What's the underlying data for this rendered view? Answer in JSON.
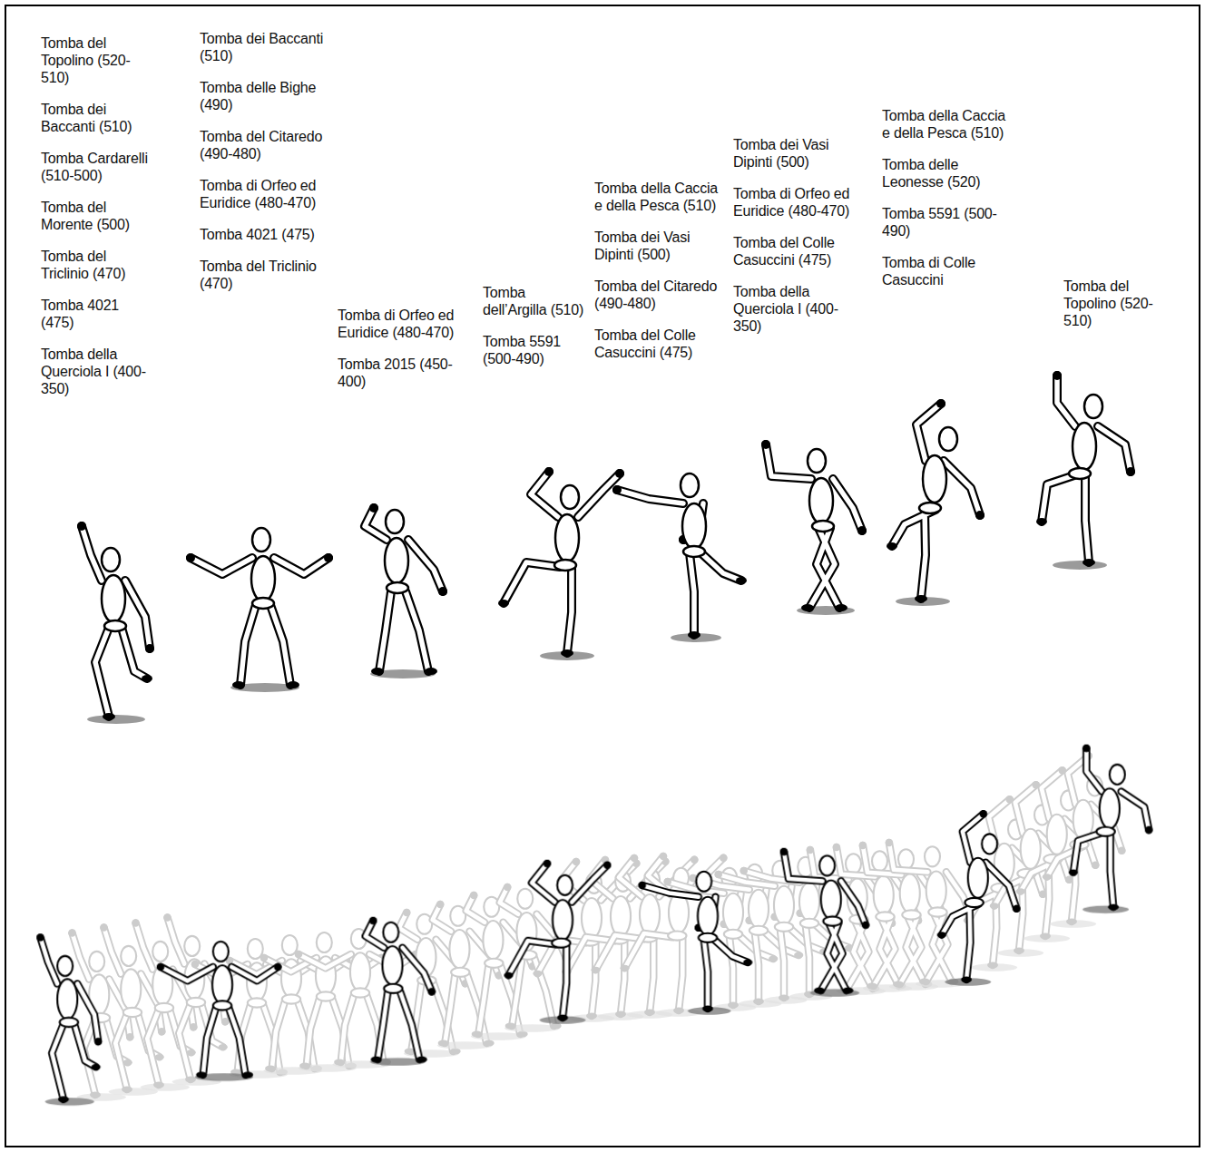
{
  "diagram": {
    "labels": [
      "Tomba del Topolino (520-510)",
      "Tomba dei Baccanti (510)",
      "Tomba Cardarelli (510-500)",
      "Tomba del Morente (500)",
      "Tomba del Triclinio (470)",
      "Tomba 4021 (475)",
      "Tomba della Querciola I (400-350)",
      "Tomba dei Baccanti (510)",
      "Tomba delle Bighe (490)",
      "Tomba del Citaredo (490-480)",
      "Tomba di Orfeo ed Euridice (480-470)",
      "Tomba 4021 (475)",
      "Tomba del Triclinio (470)",
      "Tomba di Orfeo ed Euridice (480-470)",
      "Tomba 2015 (450-400)",
      "Tomba dell’Argilla (510)",
      "Tomba 5591 (500-490)",
      "Tomba della Caccia e della Pesca (510)",
      "Tomba dei Vasi Dipinti (500)",
      "Tomba del Citaredo (490-480)",
      "Tomba del Colle Casuccini (475)",
      "Tomba dei Vasi Dipinti (500)",
      "Tomba di Orfeo ed Euridice (480-470)",
      "Tomba del Colle Casuccini (475)",
      "Tomba della Querciola I (400-350)",
      "Tomba della Caccia e della Pesca (510)",
      "Tomba delle Leonesse (520)",
      "Tomba 5591 (500-490)",
      "Tomba di Colle Casuccini",
      "Tomba del Topolino (520-510)"
    ]
  }
}
